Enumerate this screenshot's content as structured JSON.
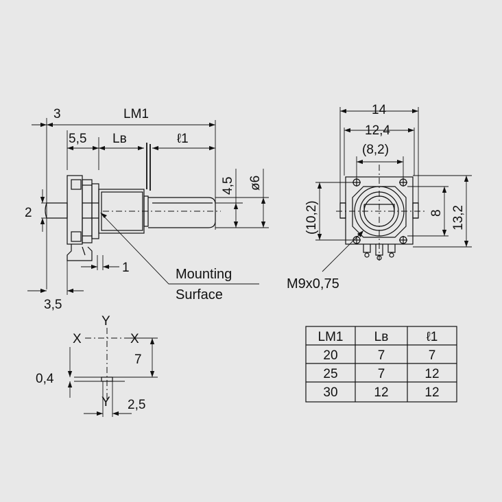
{
  "side_view": {
    "dims": {
      "d3": "3",
      "lm1": "LM1",
      "d5_5": "5,5",
      "lb": "Lʙ",
      "l1": "ℓ1",
      "d2": "2",
      "d4_5": "4,5",
      "phi6": "ø6",
      "d1": "1",
      "d3_5": "3,5"
    },
    "mounting_label_1": "Mounting",
    "mounting_label_2": "Surface"
  },
  "front_view": {
    "dims": {
      "d14": "14",
      "d12_4": "12,4",
      "d8_2": "(8,2)",
      "d10_2": "(10,2)",
      "d8": "8",
      "d13_2": "13,2"
    },
    "thread_label": "M9x0,75"
  },
  "pin_detail": {
    "y_top": "Y",
    "x_left": "X",
    "x_right": "X",
    "d7": "7",
    "d0_4": "0,4",
    "y_bottom": "Y",
    "d2_5": "2,5"
  },
  "table": {
    "headers": [
      "LM1",
      "Lʙ",
      "ℓ1"
    ],
    "rows": [
      [
        "20",
        "7",
        "7"
      ],
      [
        "25",
        "7",
        "12"
      ],
      [
        "30",
        "12",
        "12"
      ]
    ]
  }
}
